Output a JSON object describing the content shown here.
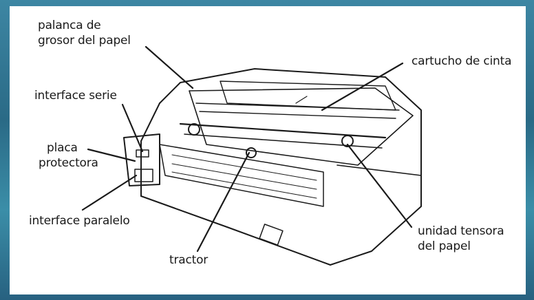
{
  "labels": {
    "thickness_lever": [
      "palanca de",
      "grosor del papel"
    ],
    "ribbon_cartridge": [
      "cartucho de cinta"
    ],
    "serial_interface": [
      "interface serie"
    ],
    "protective_plate": [
      "placa",
      "protectora"
    ],
    "parallel_interface": [
      "interface paralelo"
    ],
    "tractor": [
      "tractor"
    ],
    "paper_tension_unit": [
      "unidad tensora",
      "del papel"
    ]
  },
  "colors": {
    "background": "#2f6f8c",
    "panel": "#ffffff",
    "line": "#1a1a1a"
  }
}
